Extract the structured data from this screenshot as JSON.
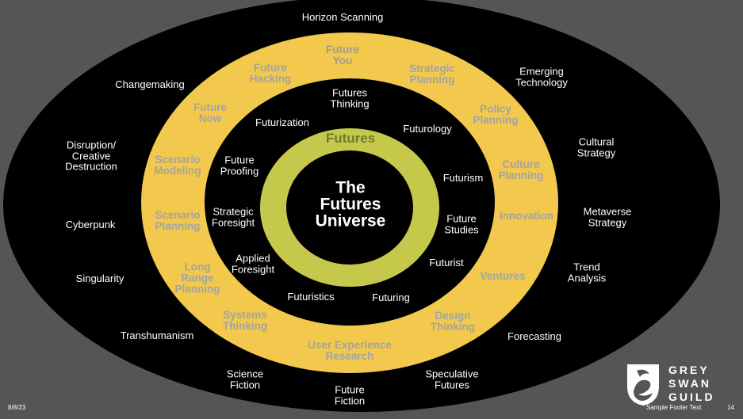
{
  "diagram": {
    "center_title": "The\nFutures\nUniverse",
    "futures_ring_label": "Futures",
    "inner_ring_labels": [
      "Futures\nThinking",
      "Futurization",
      "Futurology",
      "Future\nProofing",
      "Futurism",
      "Strategic\nForesight",
      "Future\nStudies",
      "Applied\nForesight",
      "Futurist",
      "Futuristics",
      "Futuring"
    ],
    "yellow_ring_labels": [
      "Future\nYou",
      "Future\nHacking",
      "Strategic\nPlanning",
      "Future\nNow",
      "Policy\nPlanning",
      "Scenario\nModeling",
      "Culture\nPlanning",
      "Scenario\nPlanning",
      "Innovation",
      "Long\nRange\nPlanning",
      "Ventures",
      "Systems\nThinking",
      "Design\nThinking",
      "User Experience\nResearch"
    ],
    "outer_labels": [
      "Horizon Scanning",
      "Changemaking",
      "Emerging\nTechnology",
      "Disruption/\nCreative\nDestruction",
      "Cultural\nStrategy",
      "Cyberpunk",
      "Metaverse\nStrategy",
      "Singularity",
      "Trend\nAnalysis",
      "Transhumanism",
      "Forecasting",
      "Science\nFiction",
      "Speculative\nFutures",
      "Future\nFiction"
    ]
  },
  "footer": {
    "date": "8/8/23",
    "text": "Sample Footer Text",
    "page_number": "14"
  },
  "logo": {
    "line1": "GREY",
    "line2": "SWAN",
    "line3": "GUILD"
  },
  "colors": {
    "background": "#555555",
    "ellipse": "#000000",
    "yellow_ring": "#f2c94c",
    "futures_ring": "#c5c84a",
    "white": "#ffffff"
  }
}
